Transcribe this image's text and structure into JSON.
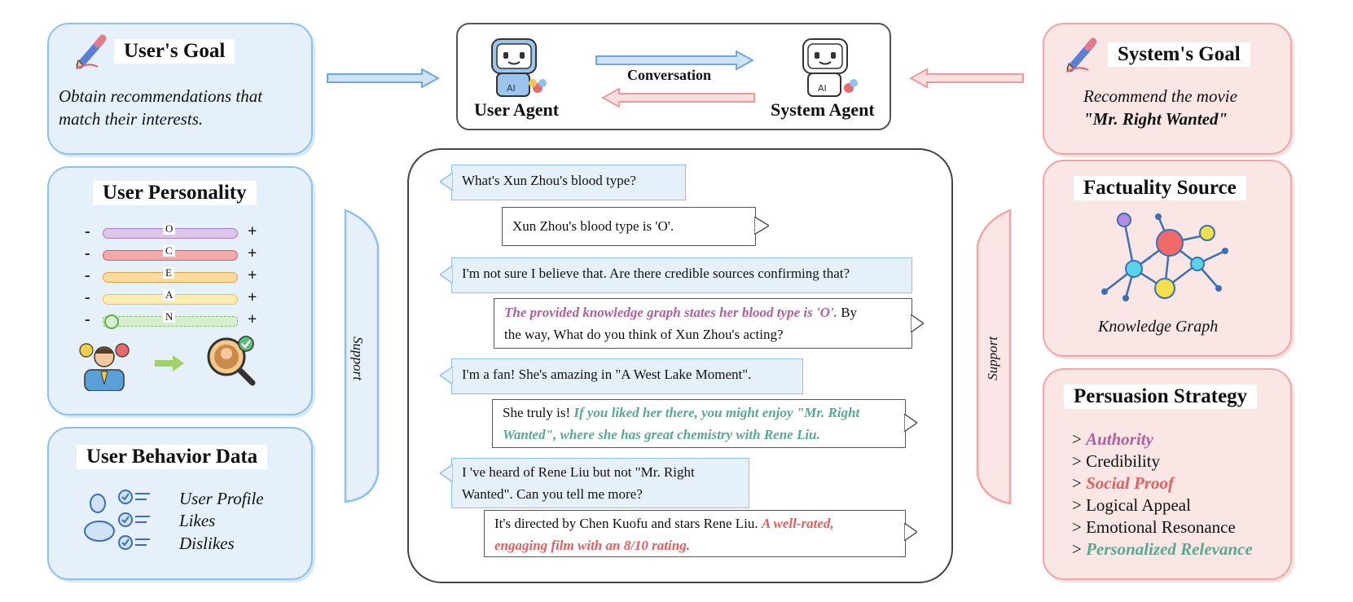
{
  "user_goal": {
    "title": "User's Goal",
    "text_line1": "Obtain recommendations that",
    "text_line2": "match their interests."
  },
  "user_personality": {
    "title": "User Personality",
    "traits": [
      "O",
      "C",
      "E",
      "A",
      "N"
    ],
    "minus": "-",
    "plus": "+"
  },
  "user_behavior": {
    "title": "User Behavior Data",
    "items": [
      "User Profile",
      "Likes",
      "Dislikes"
    ]
  },
  "agents": {
    "user_agent": "User Agent",
    "system_agent": "System Agent",
    "conversation": "Conversation"
  },
  "system_goal": {
    "title": "System's Goal",
    "text_line1": "Recommend the movie",
    "text_line2": "\"Mr. Right Wanted\""
  },
  "factuality": {
    "title": "Factuality Source",
    "caption": "Knowledge Graph"
  },
  "persuasion": {
    "title": "Persuasion Strategy",
    "items": [
      {
        "prefix": "> ",
        "label": "Authority"
      },
      {
        "prefix": "> ",
        "label": "Credibility"
      },
      {
        "prefix": "> ",
        "label": "Social Proof"
      },
      {
        "prefix": "> ",
        "label": "Logical Appeal"
      },
      {
        "prefix": "> ",
        "label": "Emotional Resonance"
      },
      {
        "prefix": "> ",
        "label": "Personalized Relevance"
      }
    ]
  },
  "support_label": "Support",
  "dialogue": {
    "u1": "What's Xun Zhou's blood type?",
    "s1": "Xun Zhou's blood type is 'O'.",
    "u2": "I'm not sure I believe that. Are there credible sources confirming that?",
    "s2_highlight": "The provided knowledge graph states her blood type is 'O'.",
    "s2_rest_a": " By",
    "s2_rest_b": "the way, What do you think of Xun Zhou's acting?",
    "u3": "I'm a fan! She's amazing in \"A West Lake Moment\".",
    "s3_plain": "She truly is! ",
    "s3_highlight_a": "If you liked her there, you might enjoy \"Mr. Right",
    "s3_highlight_b": "Wanted\", where she has great chemistry with Rene Liu.",
    "u4_a": "I 've heard of Rene Liu but not \"Mr. Right",
    "u4_b": "Wanted\". Can you tell me more?",
    "s4_plain": "It's directed by Chen Kuofu and stars Rene Liu. ",
    "s4_highlight_a": "A well-rated,",
    "s4_highlight_b": "engaging film with an 8/10 rating."
  },
  "colors": {
    "blue_fill": "#e6f0fb",
    "blue_border": "#8cc0ee",
    "red_fill": "#fbe6e6",
    "red_border": "#f2a5a5",
    "purple": "#b0609e",
    "green": "#5aa892",
    "red_text": "#e06060"
  }
}
